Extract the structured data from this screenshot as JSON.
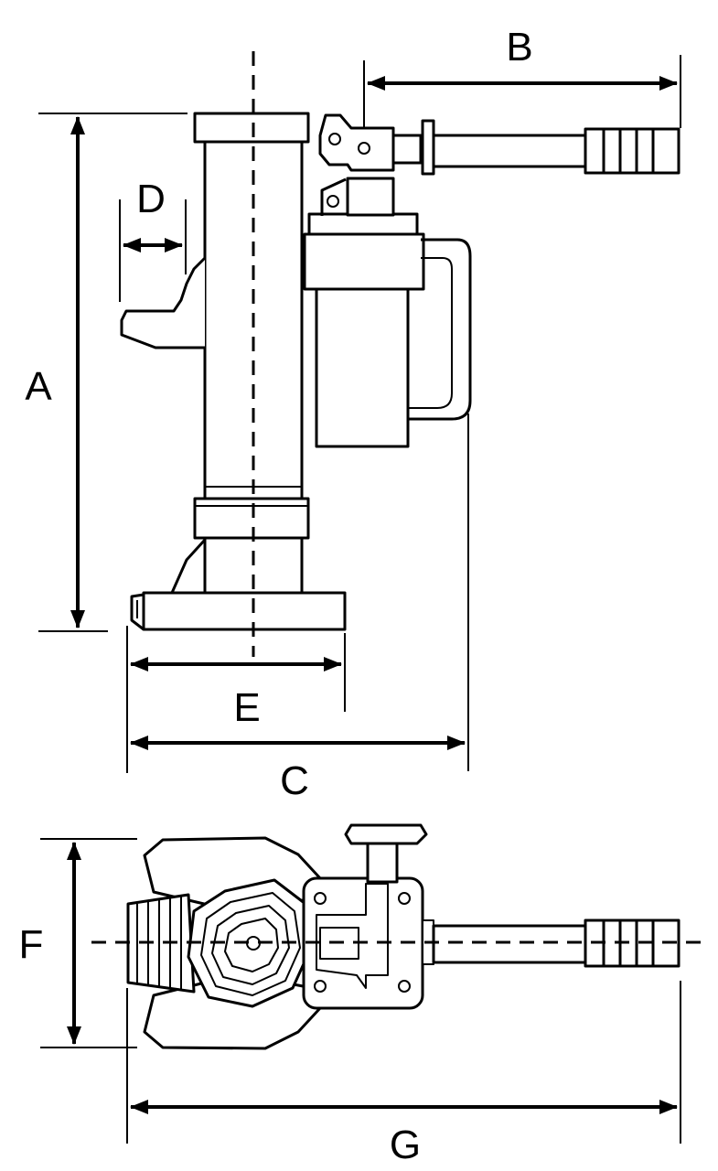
{
  "diagram": {
    "colors": {
      "stroke": "#000000",
      "background": "#ffffff"
    },
    "side_view": {
      "dimension_labels": {
        "A": "A",
        "B": "B",
        "C": "C",
        "D": "D",
        "E": "E"
      }
    },
    "top_view": {
      "dimension_labels": {
        "F": "F",
        "G": "G"
      }
    }
  }
}
